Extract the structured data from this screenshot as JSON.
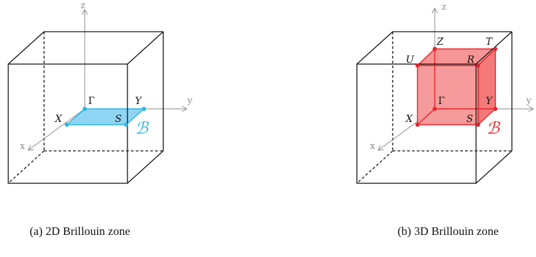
{
  "panels": [
    {
      "caption": "(a) 2D Brillouin zone",
      "axes": {
        "x": "x",
        "y": "y",
        "z": "z"
      },
      "points": {
        "gamma": "Γ",
        "X": "X",
        "Y": "Y",
        "S": "S"
      },
      "zone_label": "ℬ",
      "zone_color": "#29b6e6"
    },
    {
      "caption": "(b) 3D Brillouin zone",
      "axes": {
        "x": "x",
        "y": "y",
        "z": "z"
      },
      "points": {
        "gamma": "Γ",
        "X": "X",
        "Y": "Y",
        "S": "S",
        "Z": "Z",
        "T": "T",
        "U": "U",
        "R": "R"
      },
      "zone_label": "ℬ",
      "zone_color": "#e8232a"
    }
  ]
}
